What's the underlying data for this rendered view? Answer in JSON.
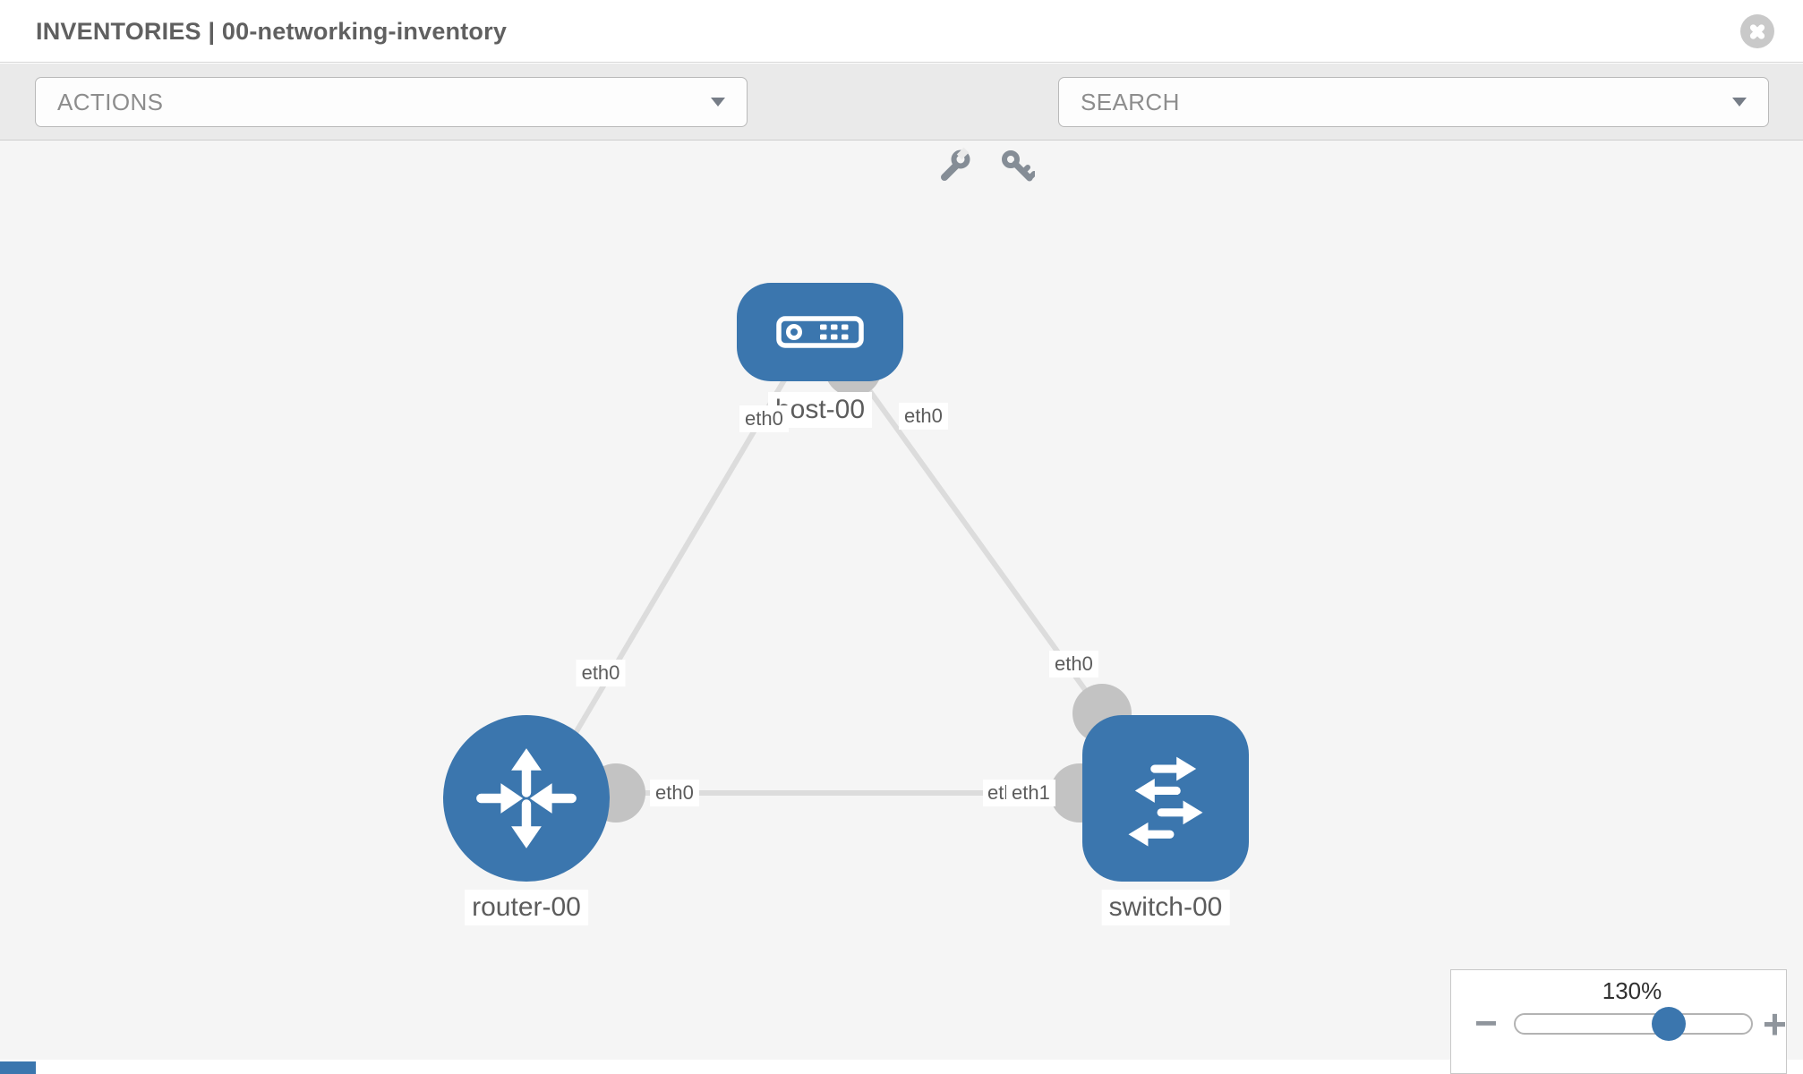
{
  "colors": {
    "accent": "#3b76ae",
    "canvas-bg": "#f5f5f5",
    "toolbar-bg": "#eaeaea",
    "link-gray": "#dcdcdc",
    "connector-gray": "#c3c3c3",
    "label-text": "#5c5c5c",
    "icon-gray": "#858d96"
  },
  "header": {
    "title": "INVENTORIES | 00-networking-inventory"
  },
  "toolbar": {
    "actions_label": "ACTIONS",
    "search_label": "SEARCH"
  },
  "topology": {
    "nodes": [
      {
        "label": "host-00",
        "type": "host"
      },
      {
        "label": "router-00",
        "type": "router"
      },
      {
        "label": "switch-00",
        "type": "switch"
      }
    ],
    "interfaces": {
      "host_left": "eth0",
      "host_right": "eth0",
      "link_host_router": "eth0",
      "router_right": "eth0",
      "switch_left_back": "eth0",
      "switch_left_front": "eth1",
      "switch_top": "eth0"
    },
    "links": [
      {
        "from": "host-00",
        "to": "router-00",
        "from_if": "eth0",
        "to_if": "eth0"
      },
      {
        "from": "host-00",
        "to": "switch-00",
        "from_if": "eth0",
        "to_if": "eth0"
      },
      {
        "from": "router-00",
        "to": "switch-00",
        "from_if": "eth0",
        "to_if": "eth1"
      }
    ]
  },
  "zoom": {
    "level": "130%",
    "minus": "−",
    "plus": "+"
  }
}
